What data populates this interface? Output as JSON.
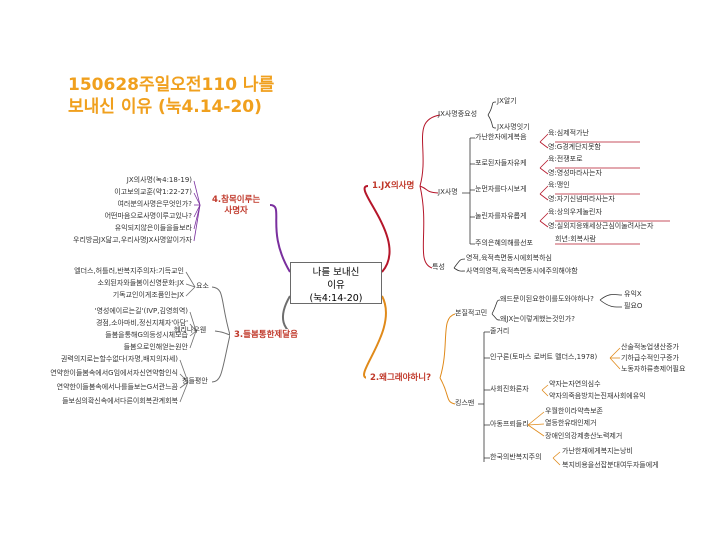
{
  "title": {
    "line1": "150628주일오전110 나를",
    "line2": "보내신 이유 (눅4.14-20)"
  },
  "center": {
    "line1": "나를 보내신",
    "line2": "이유",
    "line3": "(눅4:14-20)"
  },
  "branches": {
    "b1": "1.JX의사명",
    "b2": "2.왜그래야하니?",
    "b3": "3.들봄통한제달음",
    "b4a": "4.참목이루는",
    "b4b": "사명자"
  },
  "b1": {
    "sub1": "JX사명중요성",
    "sub1_items": [
      "JX알기",
      "JX사명잇기"
    ],
    "sub2": "JX사명",
    "sub2_items": [
      "가난한자에게복음",
      "포로된자들자유케",
      "눈먼자를다시보게",
      "눌린자를자유롭게",
      "주의은혜의해를선포"
    ],
    "details": [
      "육:심제적가난",
      "영:G경계단지못함",
      "육:전쟁포로",
      "영:영성마라사는자",
      "육:맹인",
      "영:자기신념따라사는자",
      "육:상의우게눌린자",
      "영:실외지응왜세상근심이눌려사는자",
      "희년:회복사람"
    ],
    "sub3": "특성",
    "sub3_items": [
      "영적,육적측면동시에회복하심",
      "사역의영적,육적측면동시에주의해야함"
    ]
  },
  "b2": {
    "s1": "본질적고민",
    "s1_items": [
      "왜드문이된요한이를도와야하나?",
      "왜JX는이렇게했는것인가?"
    ],
    "s1_tags": [
      "유익X",
      "필요O"
    ],
    "s2": "킹스맨",
    "s2_items": [
      "줄거리",
      "인구론(토마스 로버트 멜더스,1978)",
      "사회진화론자",
      "아동프뢰들리",
      "한국의반복지주의"
    ],
    "s2_details": [
      "산술적농업생산증가",
      "기하급수적인구증가",
      "노동자하류층제어필요",
      "약자는자연의심수",
      "약자의죽음방치는진재사회에유익",
      "우월한이라약측보존",
      "열등한유태인제거",
      "장애인의강제충산노력제거",
      "가난한재에게복지는낭비",
      "복지비용을선잡분대여두자들에게"
    ]
  },
  "b3": {
    "s1": "요소",
    "s1_items": [
      "엘더스,허틀러,반복지주의자:기득교인",
      "소외된자와들봄이신영문화:JX",
      "기독교인이게조품인는JX"
    ],
    "s2": "헨리나우웬",
    "s2_items": [
      "'영성에이르는길'(IVP,김영희역)",
      "경점,소아마비,정신지체자'아담'",
      "들봄을통해G의등성시체모습",
      "들봄으로인해얻는원안"
    ],
    "s3": "칭들평안",
    "s3_items": [
      "권력의지로는할수없다(자명,배지의자세)",
      "연약한이들봄속에서G임에서자신연약함인식",
      "연약한이들봄속에서나를들보는G서관느끔",
      "들보심의확신속에서다른이회복관계회복"
    ]
  },
  "b4": {
    "items": [
      "JX의사명(녹4:18-19)",
      "이고보의교훈(약1:22-27)",
      "여러분의사명은무엇인가?",
      "어떤마음으로사명이루고있나?",
      "유익되지않은이들을들보라",
      "우리방금JX닮고,우리사명JX사명알이가자"
    ]
  },
  "colors": {
    "b1": "#b5162a",
    "b2": "#e08a1a",
    "b3": "#6e6e6e",
    "b4": "#7a2f9e",
    "title": "#f0a01e"
  }
}
